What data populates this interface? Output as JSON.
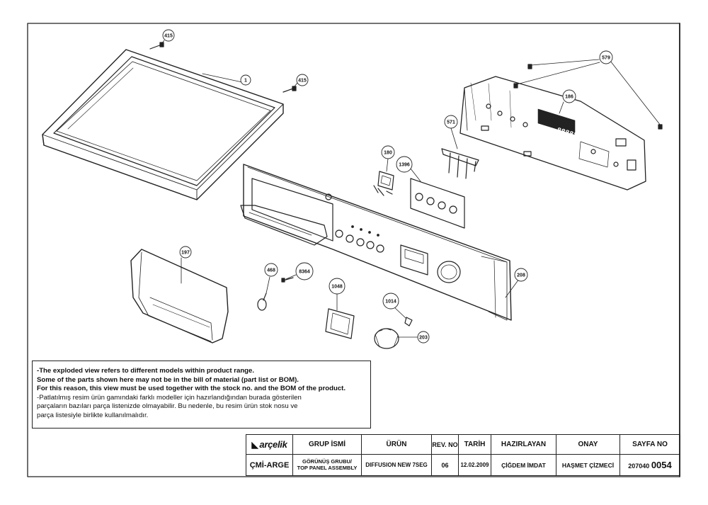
{
  "callouts": [
    {
      "id": "callout-415-top",
      "label": "415"
    },
    {
      "id": "callout-1",
      "label": "1"
    },
    {
      "id": "callout-415-right",
      "label": "415"
    },
    {
      "id": "callout-579",
      "label": "579"
    },
    {
      "id": "callout-186",
      "label": "186"
    },
    {
      "id": "callout-571",
      "label": "571"
    },
    {
      "id": "callout-180",
      "label": "180"
    },
    {
      "id": "callout-1396",
      "label": "1396"
    },
    {
      "id": "callout-197",
      "label": "197"
    },
    {
      "id": "callout-468",
      "label": "468"
    },
    {
      "id": "callout-8364",
      "label": "8364"
    },
    {
      "id": "callout-1048",
      "label": "1048"
    },
    {
      "id": "callout-1014",
      "label": "1014"
    },
    {
      "id": "callout-203",
      "label": "203"
    },
    {
      "id": "callout-208",
      "label": "208"
    }
  ],
  "display_digits": "888888",
  "notes": {
    "en_line1": "-The exploded view refers to different models within product range.",
    "en_line2": "Some of the parts shown here may not be in the bill of material (part list or BOM).",
    "en_line3": "For this reason, this view must be used together with the stock no. and the BOM of the product.",
    "tr_line1": "-Patlatılmış resim ürün gamındaki farklı modeller için hazırlandığından burada gösterilen",
    "tr_line2": "parçaların bazıları parça listenizde olmayabilir. Bu nedenle, bu resim ürün stok nosu ve",
    "tr_line3": "parça listesiyle birlikte kullanılmalıdır."
  },
  "title_block": {
    "logo": "arçelik",
    "headers": {
      "grup_ismi": "GRUP İSMİ",
      "urun": "ÜRÜN",
      "rev_no": "REV. NO",
      "tarih": "TARİH",
      "hazirlayan": "HAZIRLAYAN",
      "onay": "ONAY",
      "sayfa_no": "SAYFA NO"
    },
    "values": {
      "department": "ÇMİ-ARGE",
      "group_line1": "GÖRÜNÜŞ GRUBU/",
      "group_line2": "TOP PANEL ASSEMBLY",
      "product": "DIFFUSION NEW 7SEG",
      "rev": "06",
      "date": "12.02.2009",
      "prepared_by": "ÇİĞDEM İMDAT",
      "approved_by": "HAŞMET ÇİZMECİ",
      "doc_no": "207040",
      "page_no": "0054"
    }
  }
}
